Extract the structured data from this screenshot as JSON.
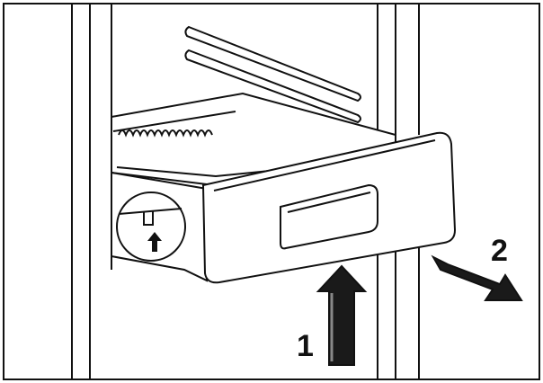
{
  "diagram": {
    "steps": [
      {
        "label": "1",
        "direction": "up"
      },
      {
        "label": "2",
        "direction": "pull-out"
      }
    ],
    "colors": {
      "line": "#111111",
      "fill": "#ffffff",
      "arrow": "#1a1a1a"
    }
  }
}
